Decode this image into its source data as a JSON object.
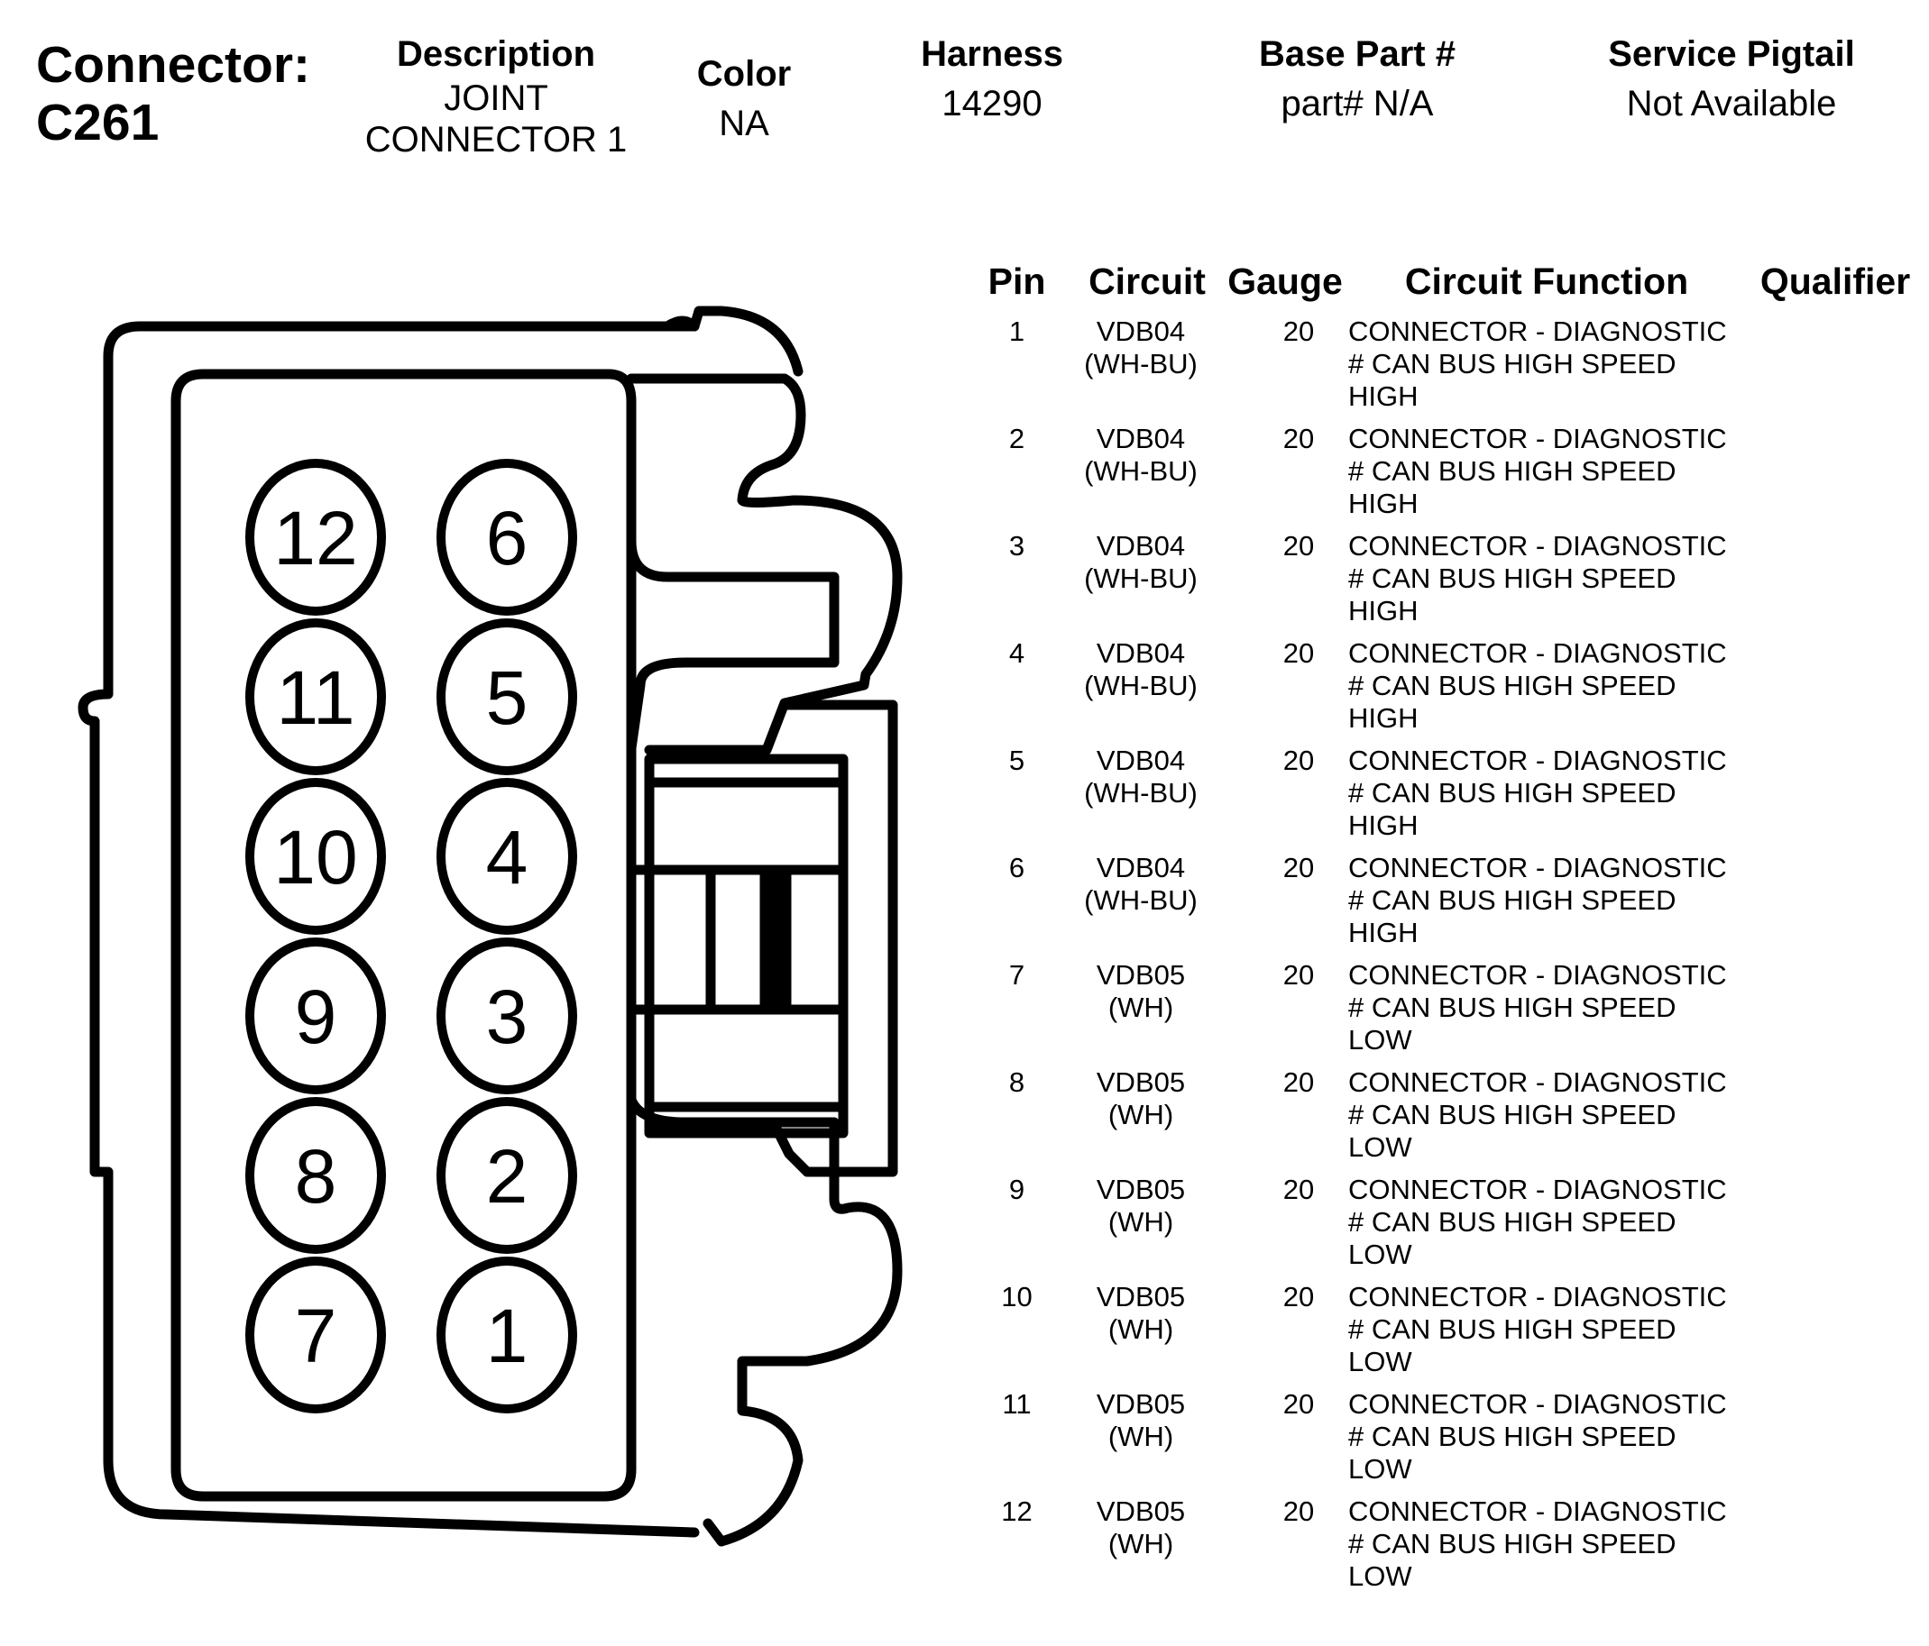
{
  "header": {
    "connector_label": "Connector:",
    "connector_id": "C261",
    "description_label": "Description",
    "description_lines": [
      "JOINT",
      "CONNECTOR 1"
    ],
    "color_label": "Color",
    "color_value": "NA",
    "harness_label": "Harness",
    "harness_value": "14290",
    "base_part_label": "Base Part #",
    "base_part_value": "part# N/A",
    "service_pigtail_label": "Service Pigtail",
    "service_pigtail_value": "Not Available"
  },
  "table": {
    "columns": [
      "Pin",
      "Circuit",
      "Gauge",
      "Circuit Function",
      "Qualifier"
    ],
    "rows": [
      {
        "pin": "1",
        "circuit": [
          "VDB04",
          "(WH-BU)"
        ],
        "gauge": "20",
        "function": [
          "CONNECTOR - DIAGNOSTIC",
          "# CAN BUS HIGH SPEED",
          "HIGH"
        ],
        "qualifier": ""
      },
      {
        "pin": "2",
        "circuit": [
          "VDB04",
          "(WH-BU)"
        ],
        "gauge": "20",
        "function": [
          "CONNECTOR - DIAGNOSTIC",
          "# CAN BUS HIGH SPEED",
          "HIGH"
        ],
        "qualifier": ""
      },
      {
        "pin": "3",
        "circuit": [
          "VDB04",
          "(WH-BU)"
        ],
        "gauge": "20",
        "function": [
          "CONNECTOR - DIAGNOSTIC",
          "# CAN BUS HIGH SPEED",
          "HIGH"
        ],
        "qualifier": ""
      },
      {
        "pin": "4",
        "circuit": [
          "VDB04",
          "(WH-BU)"
        ],
        "gauge": "20",
        "function": [
          "CONNECTOR - DIAGNOSTIC",
          "# CAN BUS HIGH SPEED",
          "HIGH"
        ],
        "qualifier": ""
      },
      {
        "pin": "5",
        "circuit": [
          "VDB04",
          "(WH-BU)"
        ],
        "gauge": "20",
        "function": [
          "CONNECTOR - DIAGNOSTIC",
          "# CAN BUS HIGH SPEED",
          "HIGH"
        ],
        "qualifier": ""
      },
      {
        "pin": "6",
        "circuit": [
          "VDB04",
          "(WH-BU)"
        ],
        "gauge": "20",
        "function": [
          "CONNECTOR - DIAGNOSTIC",
          "# CAN BUS HIGH SPEED",
          "HIGH"
        ],
        "qualifier": ""
      },
      {
        "pin": "7",
        "circuit": [
          "VDB05",
          "(WH)"
        ],
        "gauge": "20",
        "function": [
          "CONNECTOR - DIAGNOSTIC",
          "# CAN BUS HIGH SPEED",
          "LOW"
        ],
        "qualifier": ""
      },
      {
        "pin": "8",
        "circuit": [
          "VDB05",
          "(WH)"
        ],
        "gauge": "20",
        "function": [
          "CONNECTOR - DIAGNOSTIC",
          "# CAN BUS HIGH SPEED",
          "LOW"
        ],
        "qualifier": ""
      },
      {
        "pin": "9",
        "circuit": [
          "VDB05",
          "(WH)"
        ],
        "gauge": "20",
        "function": [
          "CONNECTOR - DIAGNOSTIC",
          "# CAN BUS HIGH SPEED",
          "LOW"
        ],
        "qualifier": ""
      },
      {
        "pin": "10",
        "circuit": [
          "VDB05",
          "(WH)"
        ],
        "gauge": "20",
        "function": [
          "CONNECTOR - DIAGNOSTIC",
          "# CAN BUS HIGH SPEED",
          "LOW"
        ],
        "qualifier": ""
      },
      {
        "pin": "11",
        "circuit": [
          "VDB05",
          "(WH)"
        ],
        "gauge": "20",
        "function": [
          "CONNECTOR - DIAGNOSTIC",
          "# CAN BUS HIGH SPEED",
          "LOW"
        ],
        "qualifier": ""
      },
      {
        "pin": "12",
        "circuit": [
          "VDB05",
          "(WH)"
        ],
        "gauge": "20",
        "function": [
          "CONNECTOR - DIAGNOSTIC",
          "# CAN BUS HIGH SPEED",
          "LOW"
        ],
        "qualifier": ""
      }
    ]
  },
  "diagram": {
    "pins_left_column": [
      "12",
      "11",
      "10",
      "9",
      "8",
      "7"
    ],
    "pins_right_column": [
      "6",
      "5",
      "4",
      "3",
      "2",
      "1"
    ],
    "stroke_color": "#000000"
  }
}
